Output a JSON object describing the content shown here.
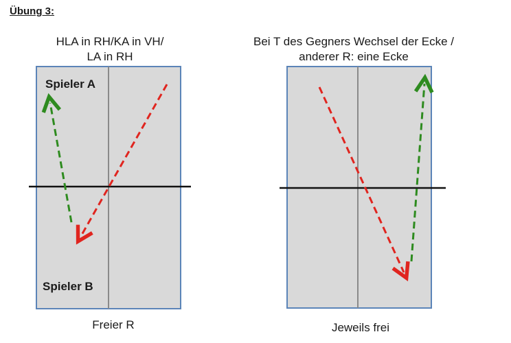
{
  "title": "Übung 3:",
  "left_panel": {
    "caption_line1": "HLA in RH/KA in VH/",
    "caption_line2": "LA in RH",
    "player_a": "Spieler A",
    "player_b": "Spieler B",
    "footer": "Freier R"
  },
  "right_panel": {
    "caption_line1": "Bei T des Gegners Wechsel der Ecke /",
    "caption_line2": "anderer R: eine Ecke",
    "footer": "Jeweils frei"
  },
  "colors": {
    "table_fill": "#d9d9d9",
    "table_border": "#5b84b8",
    "center_line": "#8a8a8a",
    "net": "#111111",
    "red_arrow": "#e0251f",
    "green_arrow": "#2e8b1f"
  }
}
